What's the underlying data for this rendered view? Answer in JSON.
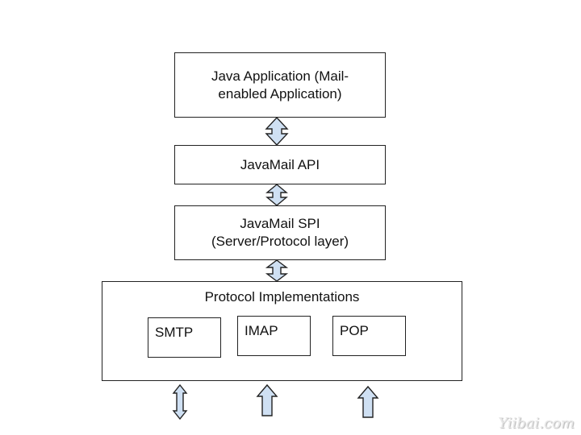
{
  "layers": {
    "app": {
      "line1": "Java Application (Mail-",
      "line2": "enabled Application)"
    },
    "api": {
      "label": "JavaMail API"
    },
    "spi": {
      "line1": "JavaMail SPI",
      "line2": "(Server/Protocol layer)"
    },
    "protocols": {
      "title": "Protocol Implementations",
      "items": [
        "SMTP",
        "IMAP",
        "POP"
      ]
    }
  },
  "arrows": {
    "connectors": [
      "app-api bidirectional",
      "api-spi bidirectional",
      "spi-protocols bidirectional"
    ],
    "bottom": [
      "bidirectional",
      "up",
      "up"
    ],
    "fill_color": "#cfe0f3",
    "stroke_color": "#222222"
  },
  "watermark": "Yiibai.com"
}
